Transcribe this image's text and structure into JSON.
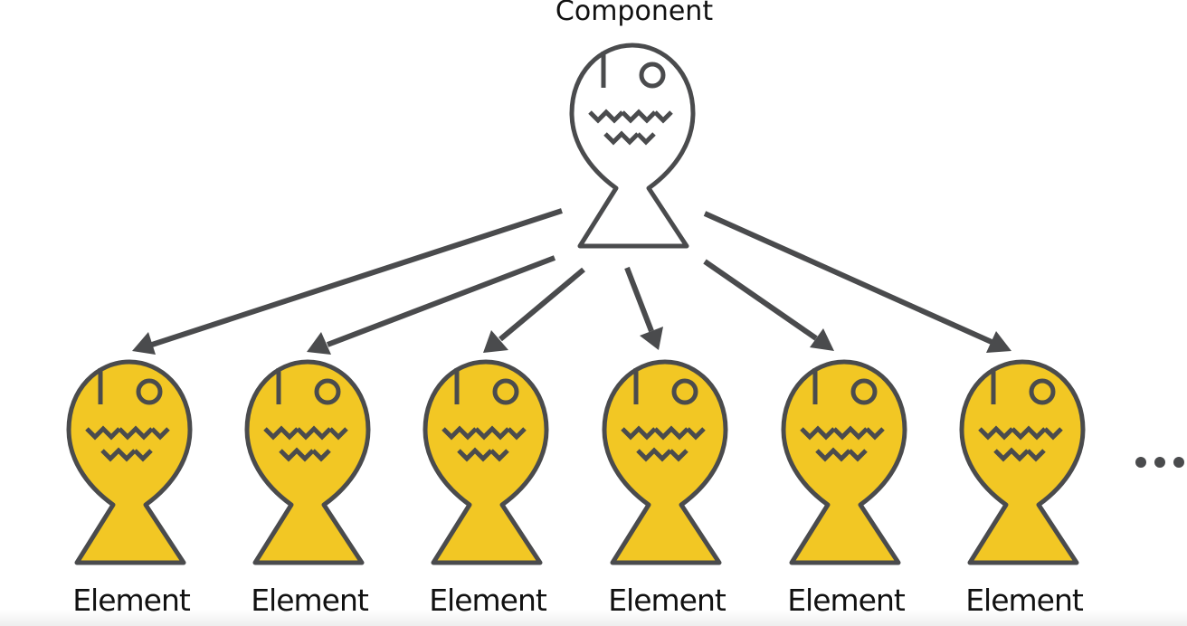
{
  "component": {
    "label": "Component",
    "fill": "#ffffff"
  },
  "elements": [
    {
      "label": "Element",
      "fill": "#f2c724"
    },
    {
      "label": "Element",
      "fill": "#f2c724"
    },
    {
      "label": "Element",
      "fill": "#f2c724"
    },
    {
      "label": "Element",
      "fill": "#f2c724"
    },
    {
      "label": "Element",
      "fill": "#f2c724"
    },
    {
      "label": "Element",
      "fill": "#f2c724"
    }
  ],
  "colors": {
    "stroke": "#4a4b4d",
    "element_fill": "#f2c724",
    "component_fill": "#ffffff",
    "background": "#ffffff"
  },
  "continuation": "more-elements-ellipsis"
}
